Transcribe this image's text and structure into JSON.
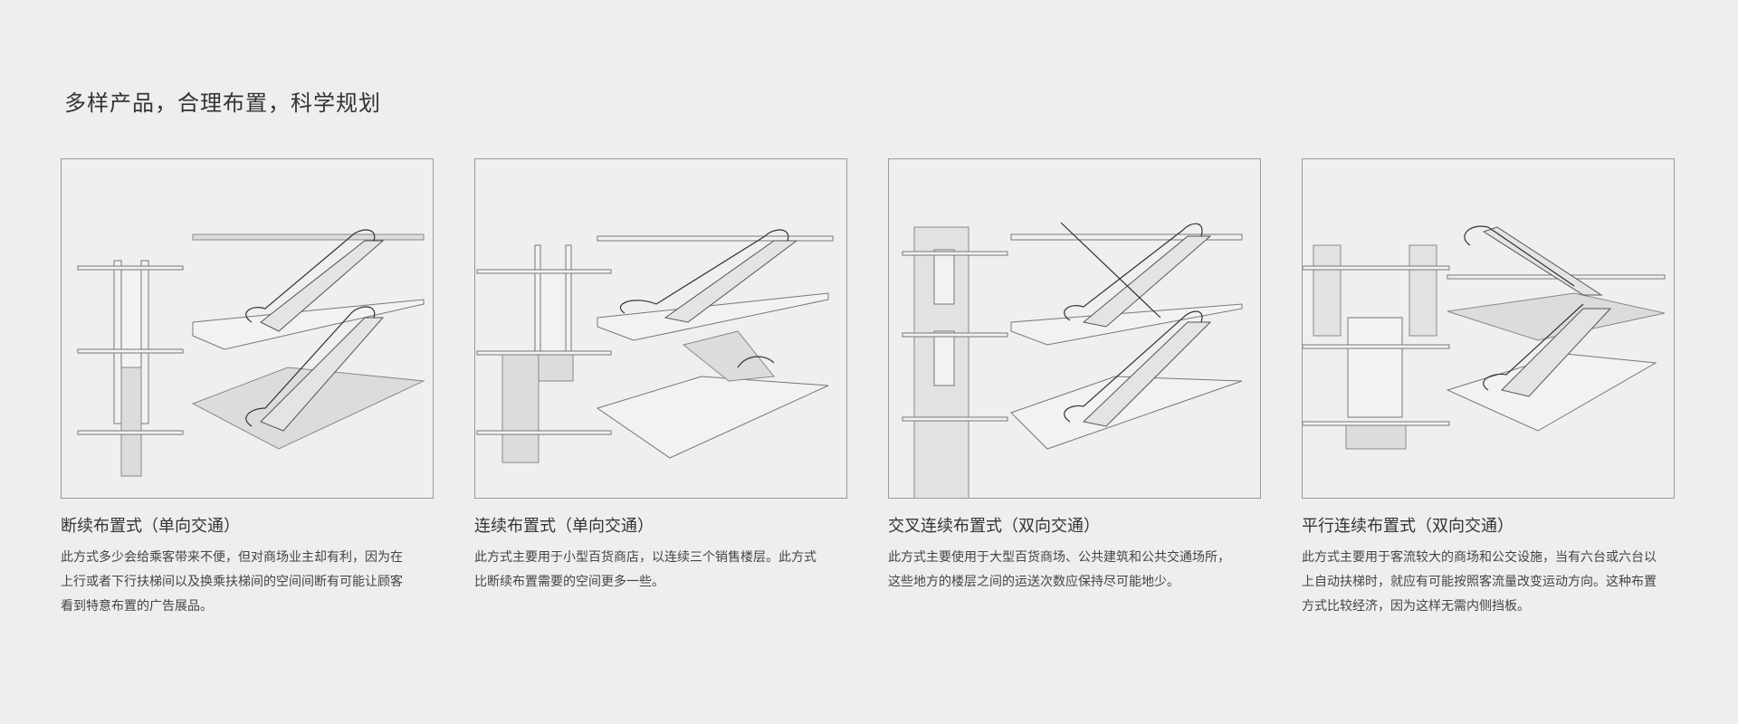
{
  "page": {
    "title": "多样产品，合理布置，科学规划"
  },
  "panels": [
    {
      "heading": "断续布置式（单向交通）",
      "lines": [
        "此方式多少会给乘客带来不便，但对商场业主却有利，因为在",
        "上行或者下行扶梯间以及换乘扶梯间的空间间断有可能让顾客",
        "看到特意布置的广告展品。"
      ]
    },
    {
      "heading": "连续布置式（单向交通）",
      "lines": [
        "此方式主要用于小型百货商店，以连续三个销售楼层。此方式",
        "比断续布置需要的空间更多一些。"
      ]
    },
    {
      "heading": "交叉连续布置式（双向交通）",
      "lines": [
        "此方式主要使用于大型百货商场、公共建筑和公共交通场所，",
        "这些地方的楼层之间的运送次数应保持尽可能地少。"
      ]
    },
    {
      "heading": "平行连续布置式（双向交通）",
      "lines": [
        "此方式主要用于客流较大的商场和公交设施，当有六台或六台以",
        "上自动扶梯时，就应有可能按照客流量改变运动方向。这种布置",
        "方式比较经济，因为这样无需内侧挡板。"
      ]
    }
  ]
}
